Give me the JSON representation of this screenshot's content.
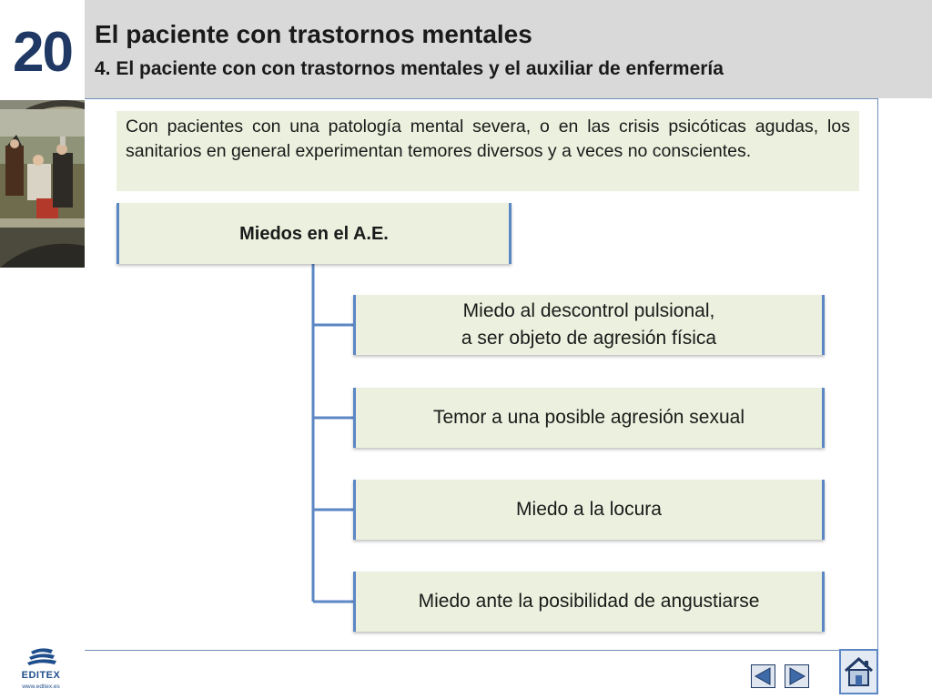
{
  "header": {
    "unit_number": "20",
    "title": "El paciente con trastornos mentales",
    "subtitle": "4. El paciente con con trastornos mentales y el auxiliar de enfermería"
  },
  "intro": {
    "text": "Con pacientes con una patología mental severa, o en las crisis psicóticas agudas, los sanitarios en general experimentan temores diversos y a veces no conscientes."
  },
  "diagram": {
    "root": "Miedos en el A.E.",
    "children": [
      {
        "line1": "Miedo al descontrol pulsional,",
        "line2": "a ser objeto de agresión física"
      },
      {
        "line1": "Temor a una posible agresión sexual"
      },
      {
        "line1": "Miedo a la locura"
      },
      {
        "line1": "Miedo ante la posibilidad de angustiarse"
      }
    ]
  },
  "footer": {
    "logo_text": "EDITEX",
    "logo_url": "www.editex.es"
  },
  "icons": {
    "prev": "triangle-left-icon",
    "next": "triangle-right-icon",
    "home": "house-icon"
  },
  "colors": {
    "accent": "#5b87c5",
    "box_fill": "#ebf1de",
    "header_band": "#d9d9d9",
    "unit_number": "#1f3864"
  }
}
